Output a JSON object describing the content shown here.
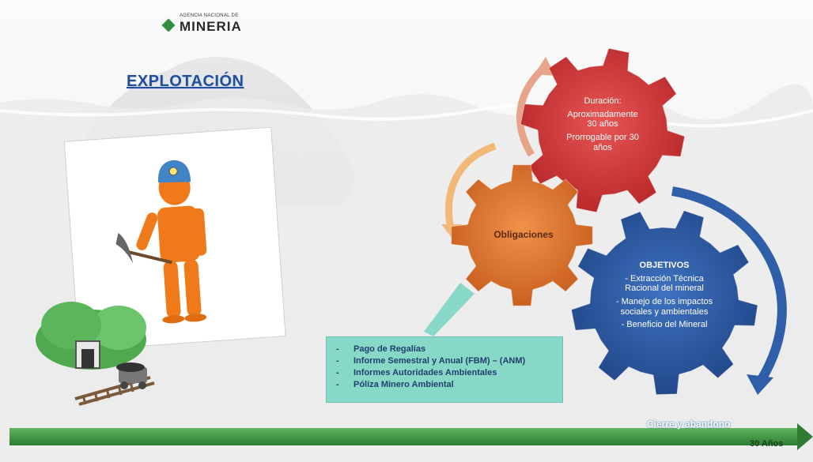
{
  "logo": {
    "agency": "AGENCIA NACIONAL DE",
    "name": "MINERIA"
  },
  "title": "EXPLOTACIÓN",
  "gears": {
    "duracion": {
      "heading": "Duración:",
      "line1": "Aproximadamente",
      "line2": "30 años",
      "line3": "Prorrogable por 30",
      "line4": "años",
      "color": "#d63a3a"
    },
    "obligaciones": {
      "heading": "Obligaciones",
      "color": "#e07a2e"
    },
    "objetivos": {
      "heading": "OBJETIVOS",
      "line1": "- Extracción Técnica",
      "line2": "Racional del mineral",
      "line3": "- Manejo de los impactos",
      "line4": "sociales y ambientales",
      "line5": "- Beneficio del Mineral",
      "color": "#2e5fa8"
    }
  },
  "obligaciones_list": [
    "Pago de Regalías",
    "Informe Semestral y Anual (FBM) – (ANM)",
    "Informes Autoridades Ambientales",
    "Póliza Minero Ambiental"
  ],
  "timeline": {
    "cierre": "Cierre y abandono",
    "anos": "30 Años",
    "color": "#2e8b2e"
  }
}
